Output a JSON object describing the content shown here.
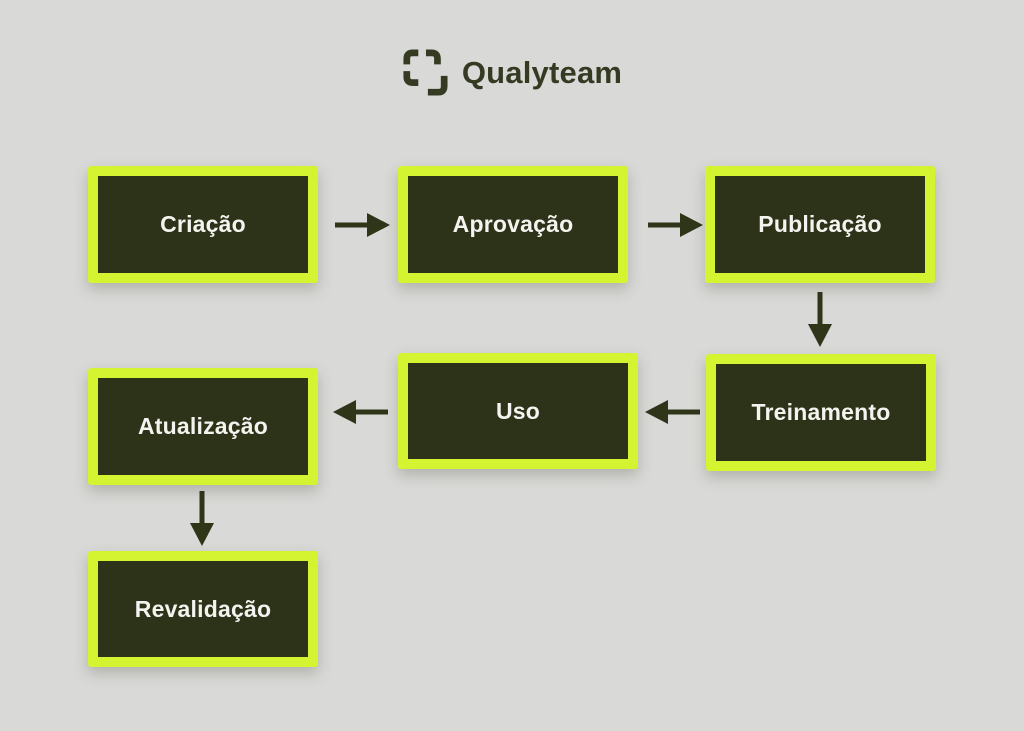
{
  "logo": {
    "text": "Qualyteam",
    "icon": "viewfinder-brackets-icon"
  },
  "colors": {
    "background": "#d9d9d7",
    "node_border": "#d4f431",
    "node_fill": "#2c3319",
    "node_text": "#f5f3ef",
    "arrow": "#2e3519",
    "logo_text": "#343b22"
  },
  "diagram": {
    "nodes": [
      {
        "id": "criacao",
        "label": "Criação"
      },
      {
        "id": "aprovacao",
        "label": "Aprovação"
      },
      {
        "id": "publicacao",
        "label": "Publicação"
      },
      {
        "id": "treinamento",
        "label": "Treinamento"
      },
      {
        "id": "uso",
        "label": "Uso"
      },
      {
        "id": "atualizacao",
        "label": "Atualização"
      },
      {
        "id": "revalidacao",
        "label": "Revalidação"
      }
    ],
    "edges": [
      {
        "from": "criacao",
        "to": "aprovacao",
        "direction": "right"
      },
      {
        "from": "aprovacao",
        "to": "publicacao",
        "direction": "right"
      },
      {
        "from": "publicacao",
        "to": "treinamento",
        "direction": "down"
      },
      {
        "from": "treinamento",
        "to": "uso",
        "direction": "left"
      },
      {
        "from": "uso",
        "to": "atualizacao",
        "direction": "left"
      },
      {
        "from": "atualizacao",
        "to": "revalidacao",
        "direction": "down"
      }
    ]
  }
}
